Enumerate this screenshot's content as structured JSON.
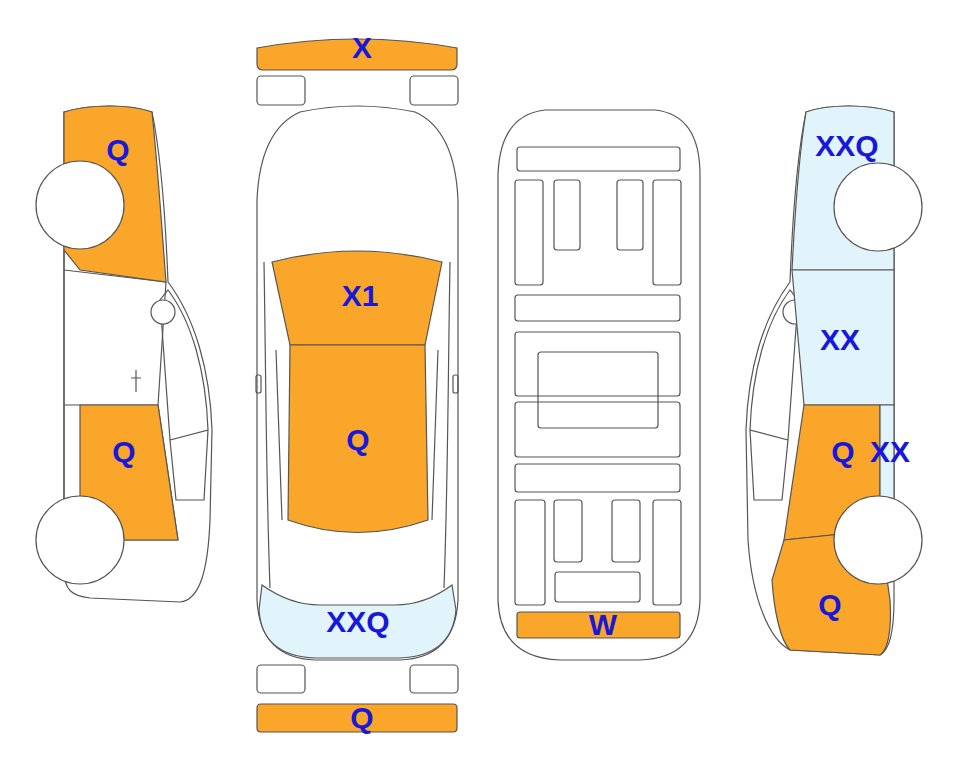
{
  "diagram": {
    "nodes": [
      {
        "text": [
          "X"
        ]
      },
      {
        "text": [
          "Q"
        ]
      },
      {
        "text": [
          "XXQ"
        ]
      },
      {
        "text": [
          "X1"
        ]
      },
      {
        "text": [
          "XX"
        ]
      },
      {
        "text": [
          "Q"
        ]
      },
      {
        "text": [
          "Q"
        ]
      },
      {
        "text": [
          "Q"
        ]
      },
      {
        "text": [
          "XX"
        ]
      },
      {
        "text": [
          "Q"
        ]
      },
      {
        "text": [
          "XXQ"
        ]
      },
      {
        "text": [
          "W"
        ]
      },
      {
        "text": [
          "Q"
        ]
      }
    ]
  }
}
